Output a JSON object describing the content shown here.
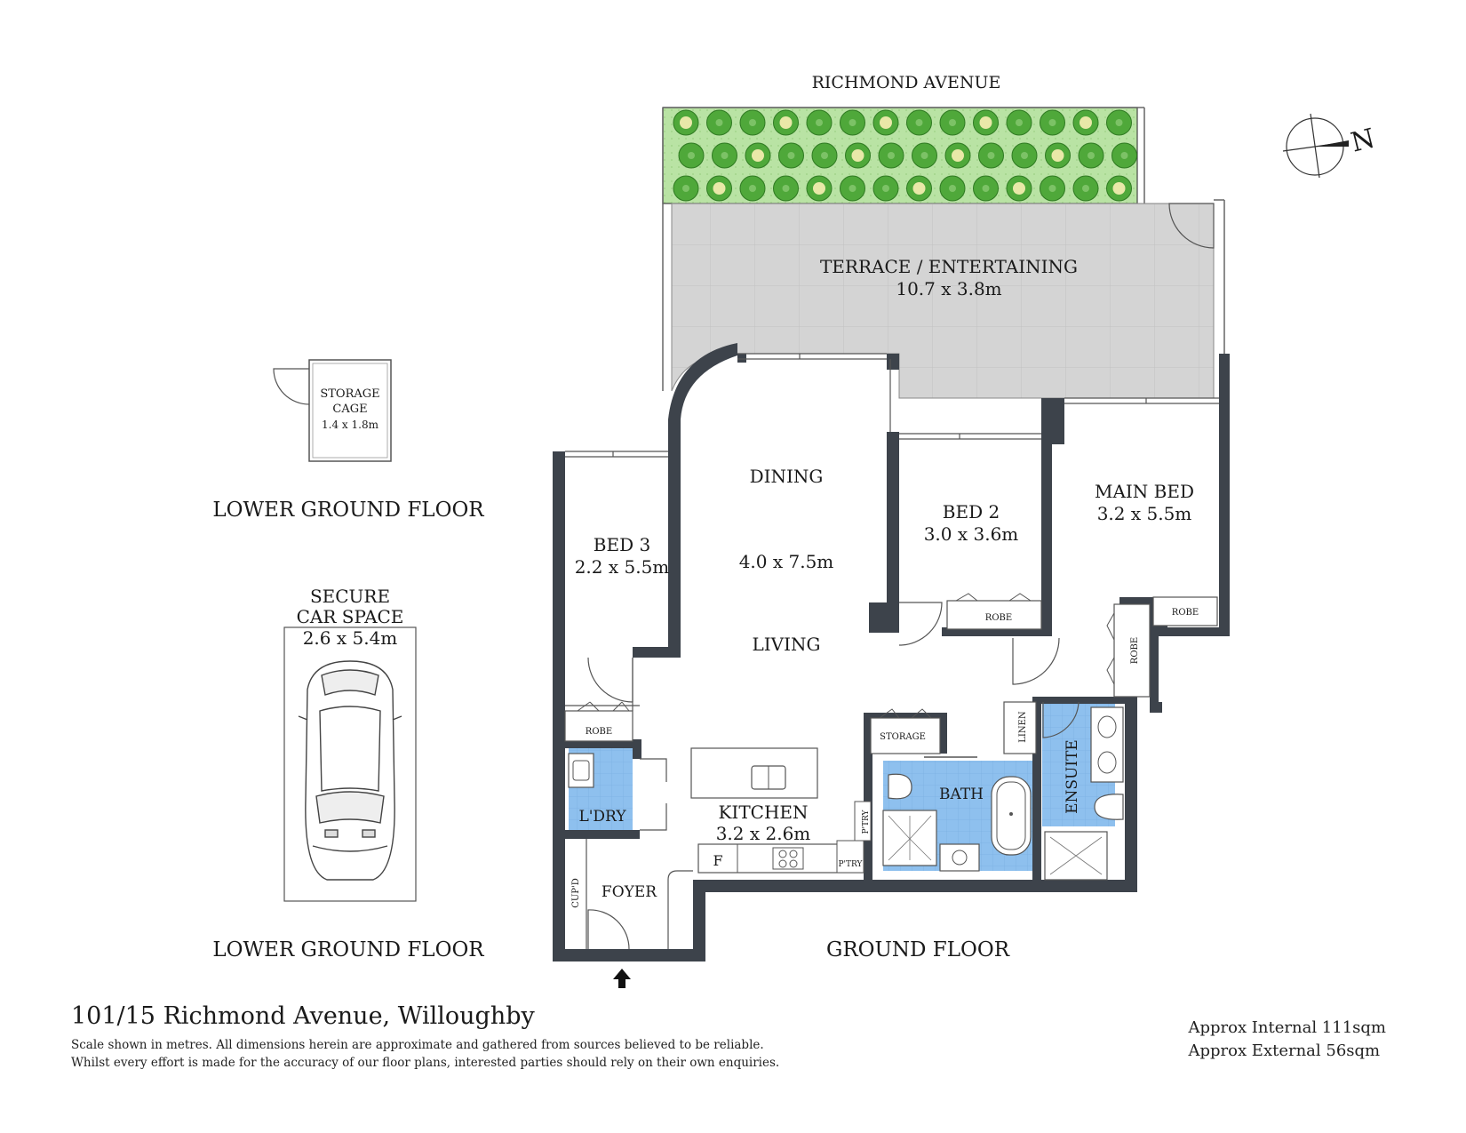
{
  "street_label": "RICHMOND AVENUE",
  "rooms": {
    "terrace": {
      "name": "TERRACE / ENTERTAINING",
      "size": "10.7 x 3.8m"
    },
    "dining": {
      "name": "DINING"
    },
    "living_size": "4.0 x 7.5m",
    "living": {
      "name": "LIVING"
    },
    "bed2": {
      "name": "BED 2",
      "size": "3.0 x 3.6m"
    },
    "main_bed": {
      "name": "MAIN BED",
      "size": "3.2 x 5.5m"
    },
    "bed3": {
      "name": "BED 3",
      "size": "2.2 x 5.5m"
    },
    "kitchen": {
      "name": "KITCHEN",
      "size": "3.2 x 2.6m"
    },
    "bath": {
      "name": "BATH"
    },
    "ensuite": {
      "name": "ENSUITE"
    },
    "laundry": {
      "name": "L'DRY"
    },
    "foyer": {
      "name": "FOYER"
    },
    "storage_cage": {
      "line1": "STORAGE",
      "line2": "CAGE",
      "size": "1.4 x 1.8m"
    },
    "car_space": {
      "line1": "SECURE",
      "line2": "CAR SPACE",
      "size": "2.6 x 5.4m"
    }
  },
  "fixtures": {
    "robe": "ROBE",
    "storage": "STORAGE",
    "linen": "LINEN",
    "pantry": "P'TRY",
    "cupboard": "CUP'D",
    "fridge": "F"
  },
  "floor_labels": {
    "lower_ground": "LOWER GROUND FLOOR",
    "ground": "GROUND FLOOR"
  },
  "compass_letter": "N",
  "footer": {
    "address": "101/15 Richmond Avenue, Willoughby",
    "disclaimer_line1": "Scale shown in metres. All dimensions herein are approximate and gathered from sources believed to be  reliable.",
    "disclaimer_line2": "Whilst every effort is made for the accuracy of our floor plans, interested parties should rely on their own enquiries.",
    "internal_area": "Approx Internal 111sqm",
    "external_area": "Approx External 56sqm"
  },
  "colors": {
    "wall": "#3d434b",
    "terrace_fill": "#d4d4d4",
    "garden_fill": "#b9e3a4",
    "shrub": "#4fa83a",
    "wet_area": "#8ec0ee"
  }
}
